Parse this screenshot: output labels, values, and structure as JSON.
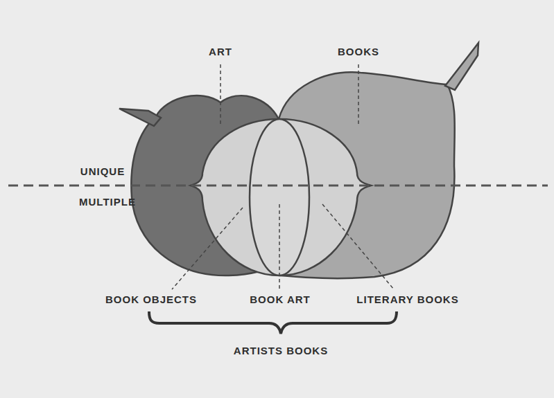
{
  "diagram": {
    "nodes": [
      {
        "text": [
          "ART"
        ]
      },
      {
        "text": [
          "BOOKS"
        ]
      }
    ],
    "labels": [
      "UNIQUE",
      "MULTIPLE",
      "BOOK OBJECTS",
      "BOOK ART",
      "LITERARY BOOKS",
      "ARTISTS BOOKS"
    ]
  }
}
